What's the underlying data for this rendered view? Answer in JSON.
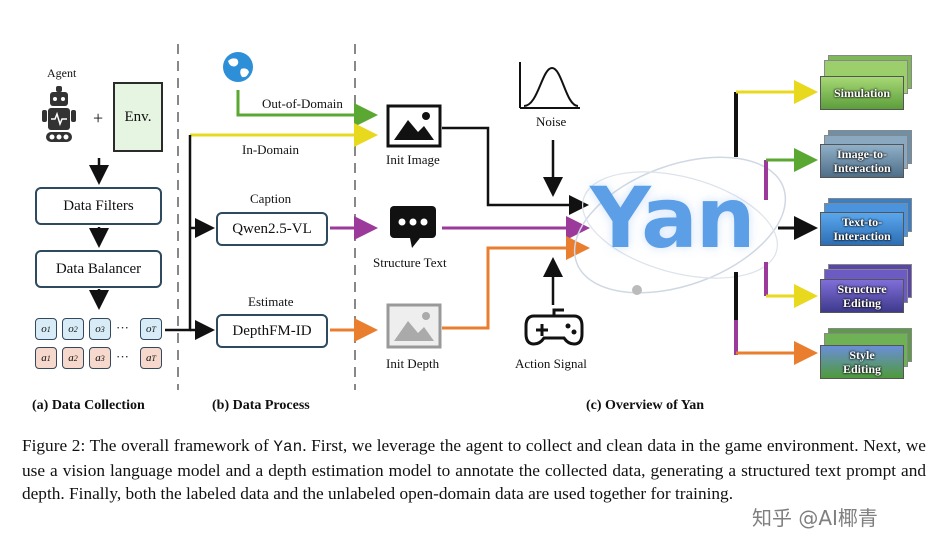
{
  "sections": {
    "a": "(a) Data Collection",
    "b": "(b) Data Process",
    "c": "(c) Overview of Yan"
  },
  "collection": {
    "agent_label": "Agent",
    "plus": "+",
    "env_label": "Env.",
    "filters": "Data Filters",
    "balancer": "Data Balancer",
    "obs_tokens": [
      "o1",
      "o2",
      "o3",
      "oT"
    ],
    "act_tokens": [
      "a1",
      "a2",
      "a3",
      "aT"
    ],
    "ellipsis": "···"
  },
  "process": {
    "out_of_domain": "Out-of-Domain",
    "in_domain": "In-Domain",
    "caption_label": "Caption",
    "vlm": "Qwen2.5-VL",
    "estimate_label": "Estimate",
    "depth_model": "DepthFM-ID"
  },
  "overview": {
    "init_image": "Init Image",
    "structure_text": "Structure Text",
    "init_depth": "Init Depth",
    "noise": "Noise",
    "action_signal": "Action Signal",
    "logo": "Yan",
    "tasks": [
      {
        "line1": "Simulation",
        "line2": ""
      },
      {
        "line1": "Image-to-",
        "line2": "Interaction"
      },
      {
        "line1": "Text-to-",
        "line2": "Interaction"
      },
      {
        "line1": "Structure",
        "line2": "Editing"
      },
      {
        "line1": "Style",
        "line2": "Editing"
      }
    ]
  },
  "colors": {
    "green": "#5aa832",
    "yellow": "#e8d81e",
    "purple": "#9b3a9b",
    "orange": "#e87e2e",
    "black": "#111111",
    "logo_blue": "#4a90e2"
  },
  "caption": {
    "p1": "Figure 2: The overall framework of ",
    "code": "Yan",
    "p2": ". First, we leverage the agent to collect and clean data in the game environment. Next, we use a vision language model and a depth estimation model to annotate the collected data, generating a structured text prompt and depth. Finally, both the labeled data and the unlabeled open-domain data are used together for training."
  },
  "watermark": "知乎 @AI椰青"
}
